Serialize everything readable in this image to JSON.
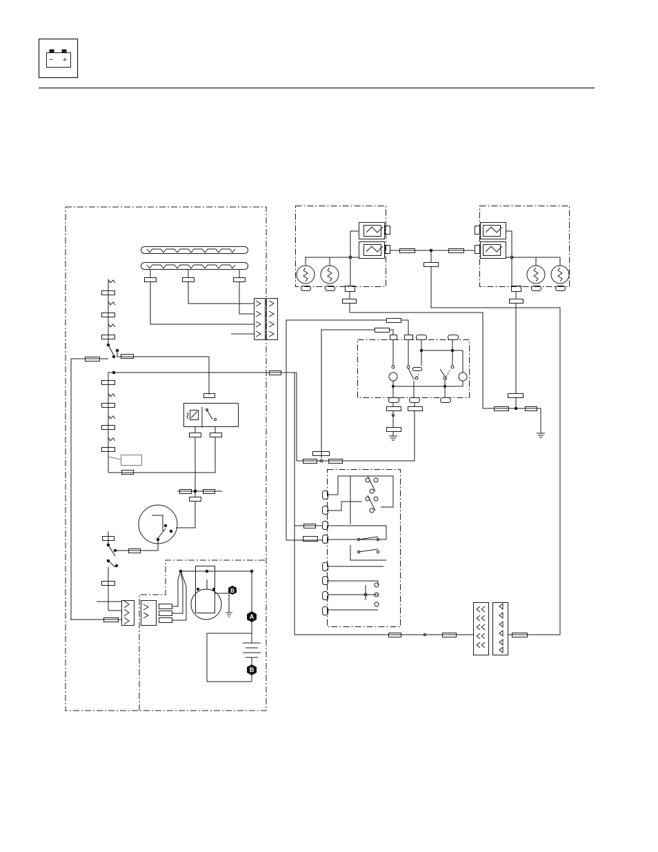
{
  "header": {
    "icon": "battery-icon",
    "battery_minus": "−",
    "battery_plus": "+"
  },
  "diagram": {
    "markers": [
      {
        "id": "b-upper",
        "label": "B"
      },
      {
        "id": "a",
        "label": "A"
      },
      {
        "id": "b-lower",
        "label": "B"
      }
    ]
  },
  "colors": {
    "line": "#1a1a1a",
    "background": "#ffffff",
    "marker_fill": "#111111",
    "marker_text": "#ffffff"
  }
}
